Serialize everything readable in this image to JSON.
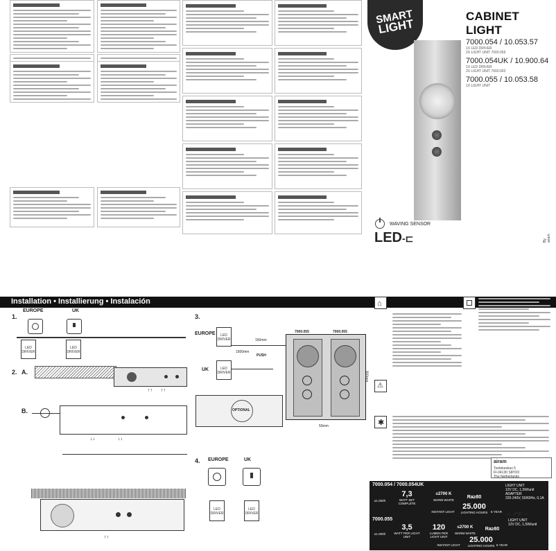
{
  "product": {
    "logo_line1": "SMART",
    "logo_line2": "LIGHT",
    "title": "CABINET LIGHT",
    "variants": [
      {
        "code": "7000.054 / 10.053.57",
        "sub1": "1X LED DRIVER",
        "sub2": "2X LIGHT UNIT 7000.055"
      },
      {
        "code": "7000.054UK / 10.900.64",
        "sub1": "1X LED DRIVER",
        "sub2": "2X LIGHT UNIT 7000.002"
      },
      {
        "code": "7000.055 / 10.053.58",
        "sub1": "1X LIGHT UNIT",
        "sub2": ""
      }
    ],
    "waving_sensor": "WAVING SENSOR",
    "led_label": "LED",
    "vertical_text": "By airam"
  },
  "installation": {
    "header": "Installation • Installierung • Instalación",
    "step1": "1.",
    "step2": "2.",
    "step2a": "A.",
    "step2b": "B.",
    "step3": "3.",
    "step4": "4.",
    "europe": "EUROPE",
    "uk": "UK",
    "led_driver": "LED DRIVER",
    "push": "PUSH",
    "optional": "OPTIONAL",
    "unit_a": "7000.055",
    "unit_b": "7000.055",
    "cable_1500": "1500mm",
    "cable_150": "150mm",
    "dim_50": "50mm",
    "dim_300": "300mm"
  },
  "spec1": {
    "title": "7000.054 / 7000.054UK",
    "watt": "7,3",
    "watt_label": "WATT SET COMPLETE",
    "kelvin": "≤2700 K",
    "kelvin_label": "WARM WHITE",
    "ra": "Ra≥80",
    "lighting_hours": "25.000",
    "lighting_label": "LIGHTING HOURS",
    "instant": "INSTANT LIGHT",
    "year": "5 YEAR",
    "right_label1": "LIGHT UNIT",
    "right_label2": "12V DC, 1,5W/unit",
    "adapter_label": "ADAPTER",
    "adapter_spec": "220-240V, 50/60Hz, 0,1A",
    "eff": "≤1.000h"
  },
  "spec2": {
    "title": "7000.055",
    "watt": "3,5",
    "watt_label": "WATT PER LIGHT UNIT",
    "lumen": "120",
    "lumen_label": "LUMEN PER LIGHT UNIT",
    "kelvin": "≤2700 K",
    "kelvin_label": "WARM WHITE",
    "ra": "Ra≥80",
    "lighting_hours": "25.000",
    "lighting_label": "LIGHTING HOURS",
    "instant": "INSTANT LIGHT",
    "year": "5 YEAR",
    "right_label1": "LIGHT UNIT",
    "right_label2": "12V DC, 1,5W/unit",
    "eff": "≤1.000h"
  },
  "company": {
    "name": "airam",
    "line1": "Tootekeskus 5",
    "line2": "FI-04130 SIPOO",
    "line3": "The Netherlands"
  }
}
